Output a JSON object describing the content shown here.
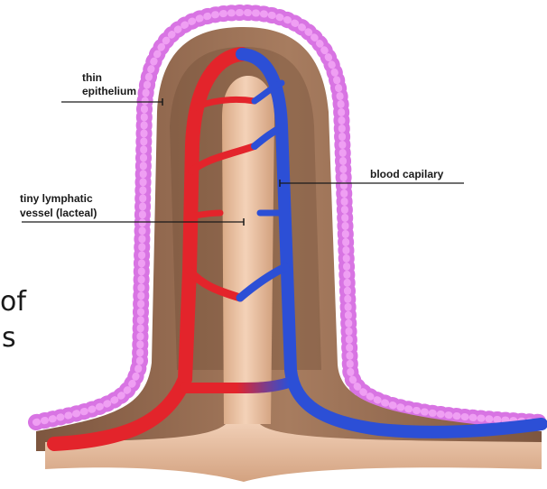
{
  "labels": {
    "epithelium_line1": "thin",
    "epithelium_line2": "epithelium",
    "blood_capillary": "blood capilary",
    "lacteal_line1": "tiny lymphatic",
    "lacteal_line2": "vessel (lacteal)"
  },
  "partial_text": {
    "line1": "of",
    "line2": "s"
  },
  "colors": {
    "epithelium": "#e07ae8",
    "tissue": "#9a6e52",
    "artery": "#e3242b",
    "vein": "#2c4fd6",
    "lacteal": "#ecc3a5"
  }
}
